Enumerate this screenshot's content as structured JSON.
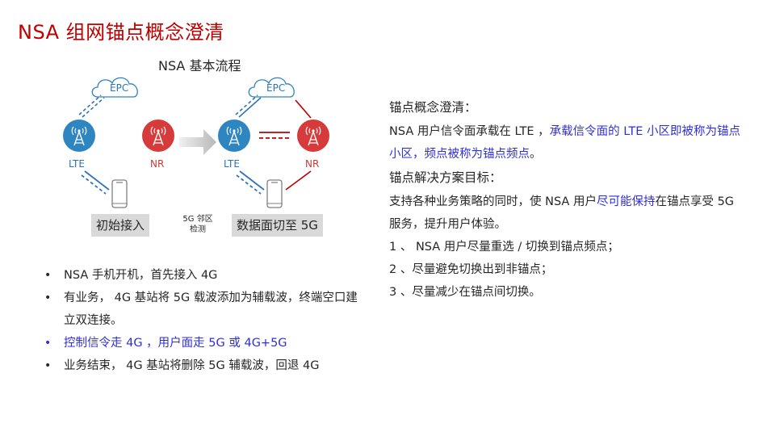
{
  "page": {
    "title": "NSA 组网锚点概念澄清"
  },
  "diagram": {
    "title": "NSA 基本流程",
    "left": {
      "epc_label": "EPC",
      "lte_label": "LTE",
      "nr_label": "NR",
      "caption": "初始接入"
    },
    "transition": {
      "line1": "5G 邻区",
      "line2": "检测"
    },
    "right": {
      "epc_label": "EPC",
      "lte_label": "LTE",
      "nr_label": "NR",
      "caption": "数据面切至 5G"
    },
    "colors": {
      "lte": "#2e86c1",
      "nr": "#d63a3a",
      "cloud": "#2e74b5",
      "red_link": "#c00000",
      "blue_link": "#2e74b5"
    }
  },
  "bullets": [
    {
      "marker": "•",
      "text": "NSA 手机开机，首先接入 4G",
      "highlight": false
    },
    {
      "marker": "•",
      "text": "有业务， 4G 基站将 5G 载波添加为辅载波，终端空口建立双连接。",
      "highlight": false
    },
    {
      "marker": "•",
      "text": "控制信令走 4G ，用户面走 5G 或 4G+5G",
      "highlight": true
    },
    {
      "marker": "•",
      "text": "业务结束， 4G 基站将删除 5G 辅载波，回退 4G",
      "highlight": false
    }
  ],
  "right_panel": {
    "heading1": "锚点概念澄清：",
    "para1_plain": "NSA 用户信令面承载在 LTE ，",
    "para1_highlight": "承载信令面的 LTE 小区即被称为锚点小区，频点被称为锚点频点",
    "para1_end": "。",
    "heading2": "锚点解决方案目标：",
    "para2_a": "支持各种业务策略的同时，使 NSA 用户",
    "para2_highlight": "尽可能保持",
    "para2_b": "在锚点享受 5G 服务，提升用户体验。",
    "items": [
      "1 、 NSA 用户尽量重选 / 切换到锚点频点；",
      "2 、尽量避免切换出到非锚点；",
      "3 、尽量减少在锚点间切换。"
    ],
    "highlight_color": "#2f2fd6"
  }
}
